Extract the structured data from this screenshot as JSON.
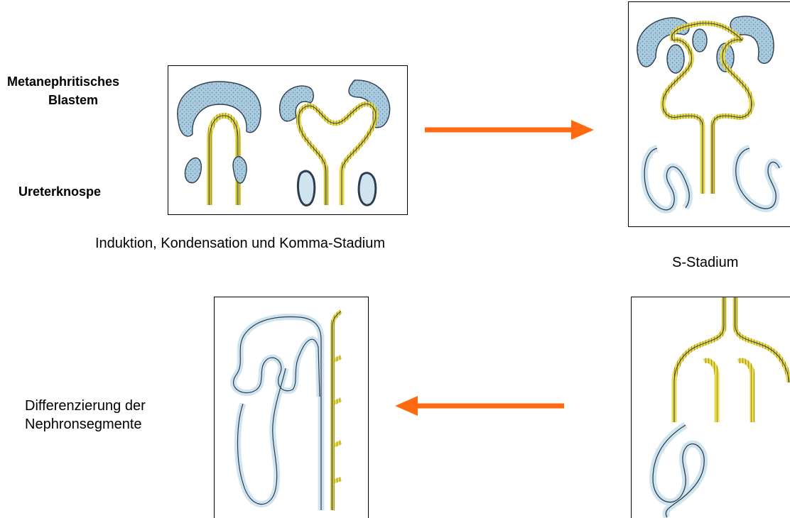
{
  "labels": {
    "blastem_line1": "Metanephritisches",
    "blastem_line2": "Blastem",
    "ureter": "Ureterknospe",
    "stage1": "Induktion, Kondensation und Komma-Stadium",
    "stage2": "S-Stadium",
    "stage3_line1": "Differenzierung der",
    "stage3_line2": "Nephronsegmente"
  },
  "colors": {
    "blastem": "#a9c9dd",
    "ureter_epithelium": "#e8d84a",
    "arrow": "#ff6a10",
    "outline": "#2b3d4f"
  }
}
